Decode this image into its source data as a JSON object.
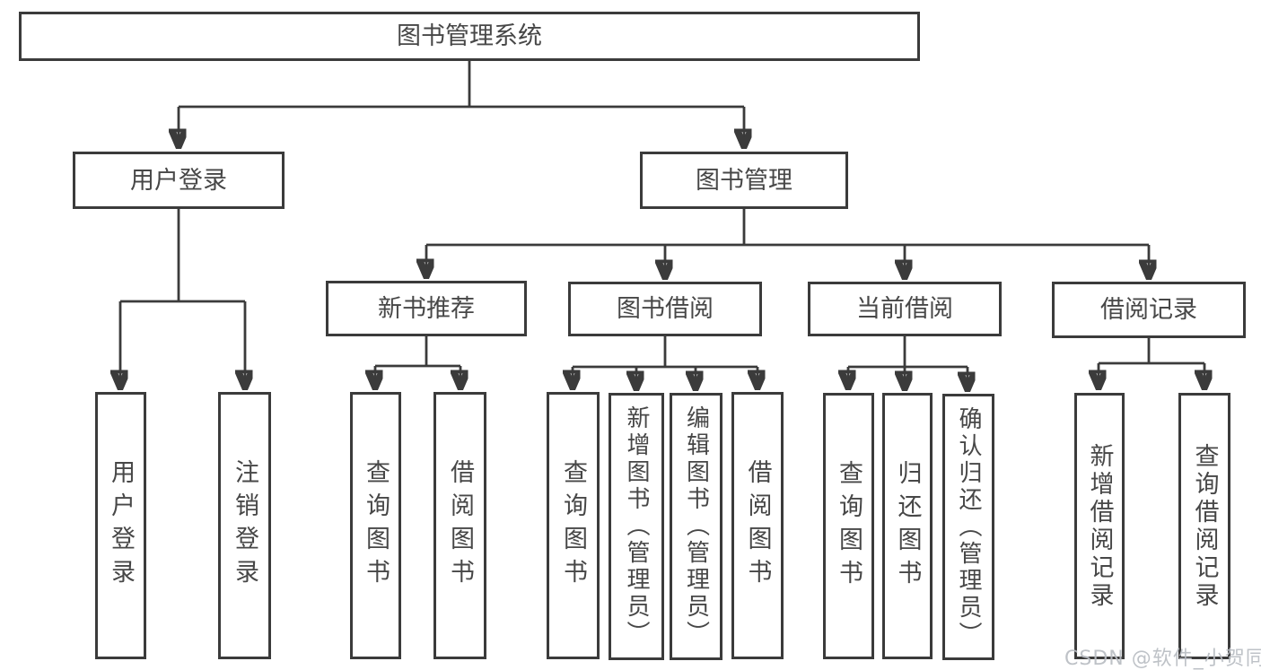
{
  "diagram": {
    "root": {
      "label": "图书管理系统"
    },
    "branches": [
      {
        "label": "用户登录",
        "children": [
          {
            "label": "用户登录"
          },
          {
            "label": "注销登录"
          }
        ]
      },
      {
        "label": "图书管理",
        "children": [
          {
            "label": "新书推荐",
            "children": [
              {
                "label": "查询图书"
              },
              {
                "label": "借阅图书"
              }
            ]
          },
          {
            "label": "图书借阅",
            "children": [
              {
                "label": "查询图书"
              },
              {
                "label": "新增图书（管理员）"
              },
              {
                "label": "编辑图书（管理员）"
              },
              {
                "label": "借阅图书"
              }
            ]
          },
          {
            "label": "当前借阅",
            "children": [
              {
                "label": "查询图书"
              },
              {
                "label": "归还图书"
              },
              {
                "label": "确认归还（管理员）"
              }
            ]
          },
          {
            "label": "借阅记录",
            "children": [
              {
                "label": "新增借阅记录"
              },
              {
                "label": "查询借阅记录"
              }
            ]
          }
        ]
      }
    ],
    "watermark": {
      "text": "CSDN @软件_小贺同学"
    },
    "colors": {
      "line": "#3b3b3b",
      "box_border": "#3b3b3b",
      "text": "#474747",
      "watermark": "#b9bdc3",
      "background": "#ffffff"
    }
  }
}
